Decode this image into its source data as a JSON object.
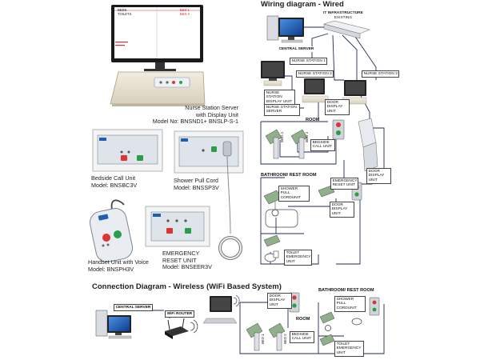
{
  "products": {
    "server": {
      "caption": [
        "Nurse Station Server",
        "with Display Unit",
        "Model No: BNSND1+ BNSLP-S-1"
      ],
      "screen_lines": [
        {
          "left": "BEDS",
          "right": "BED 1"
        },
        {
          "left": "TOILETS",
          "right": "BED 2"
        }
      ]
    },
    "bedside": {
      "caption": [
        "Bedside Call Unit",
        "Model: BNSBC3V"
      ]
    },
    "shower": {
      "caption": [
        "Shower Pull Cord",
        "Model: BNSSP3V"
      ]
    },
    "handset": {
      "caption": [
        "Handset Unit with Voice",
        "Model: BNSPH3V"
      ]
    },
    "emergency": {
      "caption": [
        "EMERGENCY",
        "RESET UNIT",
        "Model: BNSEER3V"
      ]
    }
  },
  "wired": {
    "title": "Wiring diagram - Wired",
    "labels": {
      "it_infra": "IT INFRASTRUCTURE",
      "existing": "EXISTING",
      "central_server": "CENTRAL SERVER",
      "nurse_station_1": "NURSE STATION 1",
      "nurse_station_2": "NURSE STATION 2",
      "nurse_station_3": "NURSE STATION 3",
      "nurse_station_display": "NURSE STATION DISPLAY UNIT",
      "nurse_station_server": "NURSE STATION SERVER",
      "door_display": "DOOR DISPLAY UNIT",
      "room": "ROOM",
      "bed_1": "BED 1",
      "bed_2": "BED 2",
      "bedside_call": "BEDSIDE CALL UNIT",
      "bathroom": "BATHROOM/ REST ROOM",
      "shower_pull": "SHOWER PULL CORDUNIT",
      "emergency_reset": "EMERGENCY RESET UNIT",
      "door_display_2": "DOOR DISPLAY UNIT",
      "door_display_3": "DOOR DISPLAY UNIT",
      "toilet_emergency": "TOILET EMERGENCY UNIT"
    }
  },
  "wireless": {
    "title": "Connection Diagram - Wireless (WiFi Based System)",
    "labels": {
      "central_server": "CENTRAL SERVER",
      "wifi_router": "WiFi ROUTER",
      "door_display": "DOOR DISPLAY UNIT",
      "room": "ROOM",
      "bed_1": "BED 1",
      "bed_2": "BED 2",
      "bedside_call": "BEDSIDE CALL UNIT",
      "bathroom": "BATHROOM/ REST ROOM",
      "shower_pull": "SHOWER PULL CORDUNIT",
      "toilet_emergency": "TOILET EMERGENCY UNIT"
    }
  }
}
